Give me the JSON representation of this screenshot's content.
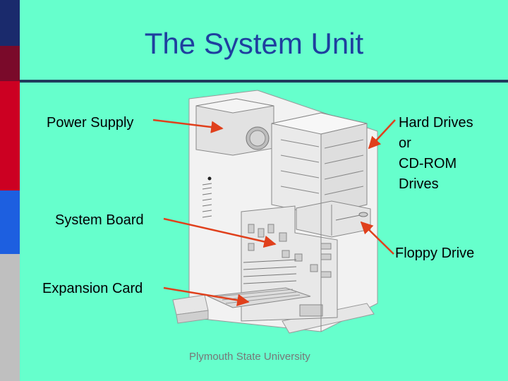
{
  "slide": {
    "title": "The System Unit",
    "footer": "Plymouth State University"
  },
  "labels": {
    "power_supply": "Power Supply",
    "hard_drives_lines": [
      "Hard Drives",
      "or",
      "CD-ROM",
      "Drives"
    ],
    "system_board": "System Board",
    "floppy_drive": "Floppy Drive",
    "expansion_card": "Expansion Card"
  },
  "colors": {
    "background": "#66FFCC",
    "title": "#1f3f9f",
    "arrow": "#e0401c",
    "sidebar_segments": [
      "#1a2a6c",
      "#7a0a2a",
      "#cc0022",
      "#1d5fe0",
      "#bfbfbf"
    ]
  }
}
